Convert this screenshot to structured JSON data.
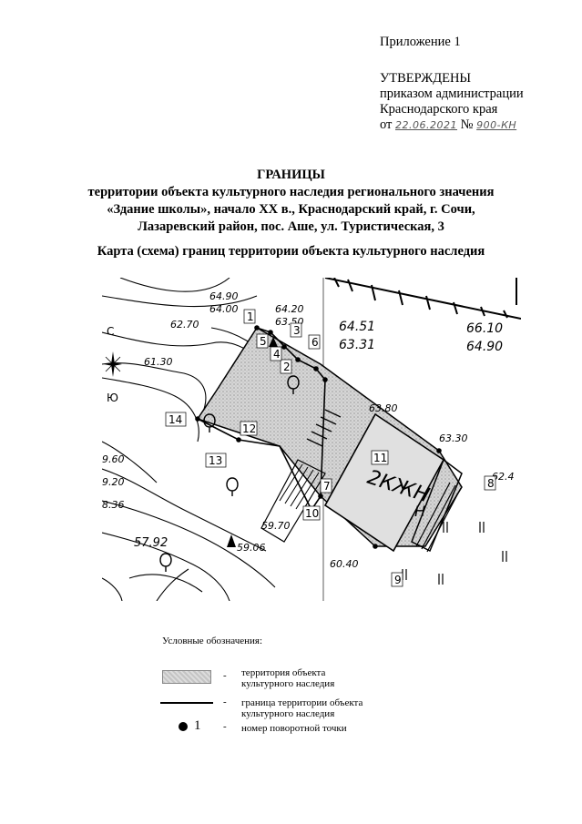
{
  "header": {
    "appendix": "Приложение 1",
    "approved": "УТВЕРЖДЕНЫ",
    "by_order": "приказом администрации",
    "region": "Краснодарского края",
    "date_prefix": "от",
    "date_value": "22.06.2021",
    "number_prefix": "№",
    "number_value": "900-КН"
  },
  "title": {
    "line1": "ГРАНИЦЫ",
    "line2": "территории объекта культурного наследия регионального значения",
    "line3": "«Здание школы», начало XX в., Краснодарский край, г. Сочи,",
    "line4": "Лазаревский район, пос. Аше, ул. Туристическая, 3"
  },
  "map_title": "Карта (схема) границ территории объекта культурного наследия",
  "map": {
    "elevations": [
      "64.90",
      "64.00",
      "64.20",
      "63.50",
      "62.70",
      "61.30",
      "64.51",
      "63.31",
      "66.10",
      "64.90",
      "63.80",
      "63.30",
      "62.4",
      "9.60",
      "9.20",
      "8.36",
      "57.92",
      "59.06",
      "59.70",
      "60.40"
    ],
    "building_label": "2КЖН",
    "building_label_h": "Н",
    "compass_north": "С",
    "compass_south": "Ю",
    "point_labels": [
      "1",
      "2",
      "3",
      "4",
      "5",
      "6",
      "7",
      "8",
      "9",
      "10",
      "11",
      "12",
      "13",
      "14"
    ]
  },
  "legend": {
    "title": "Условные обозначения:",
    "dash": "-",
    "territory_line1": "территория объекта",
    "territory_line2": "культурного наследия",
    "boundary_line1": "граница территории объекта",
    "boundary_line2": "культурного наследия",
    "point_number": "1",
    "point_desc": "номер поворотной точки"
  }
}
